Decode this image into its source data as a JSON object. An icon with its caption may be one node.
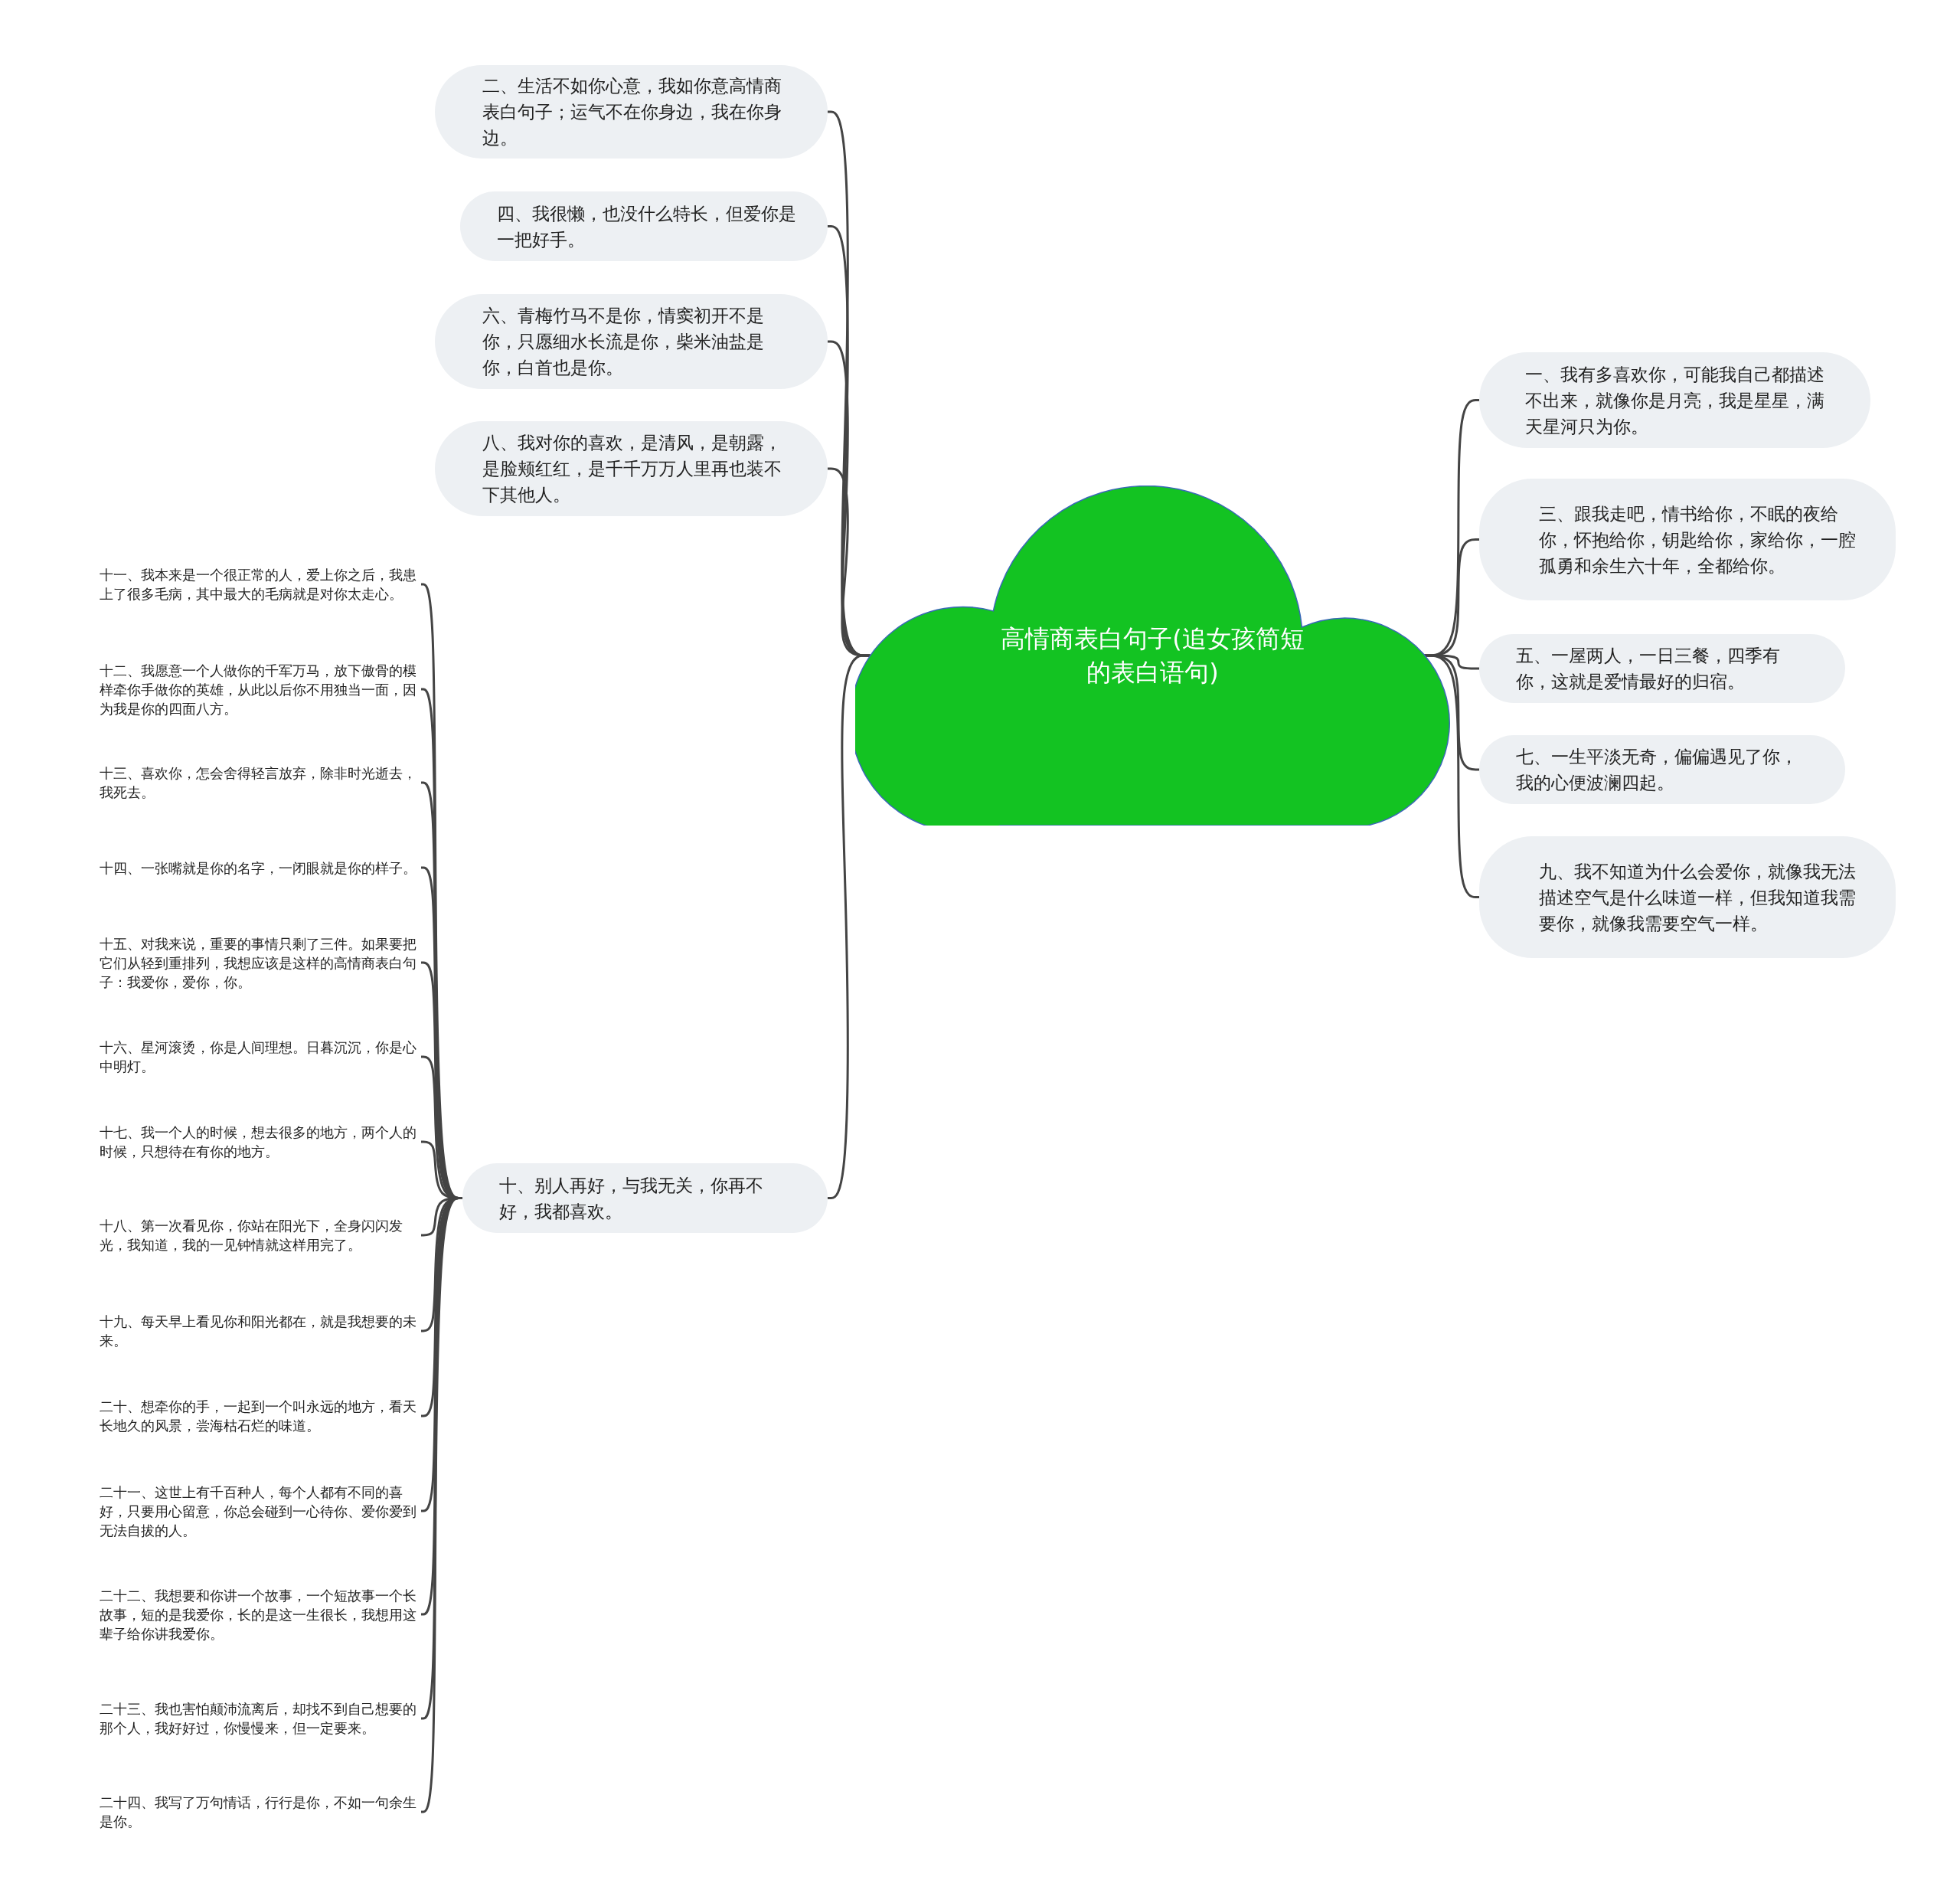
{
  "diagram": {
    "nodes": [
      {
        "text": [
          "高情商表白句子(追女孩简短的表白语句)"
        ]
      },
      {
        "text": [
          "二、生活不如你心意，我如你意高情商表白句子；运气不在你身边，我在你身边。"
        ]
      },
      {
        "text": [
          "四、我很懒，也没什么特长，但爱你是一把好手。"
        ]
      },
      {
        "text": [
          "六、青梅竹马不是你，情窦初开不是你，只愿细水长流是你，柴米油盐是你，白首也是你。"
        ]
      },
      {
        "text": [
          "八、我对你的喜欢，是清风，是朝露，是脸颊红红，是千千万万人里再也装不下其他人。"
        ]
      },
      {
        "text": [
          "十、别人再好，与我无关，你再不好，我都喜欢。"
        ]
      },
      {
        "text": [
          "一、我有多喜欢你，可能我自己都描述不出来，就像你是月亮，我是星星，满天星河只为你。"
        ]
      },
      {
        "text": [
          "三、跟我走吧，情书给你，不眠的夜给你，怀抱给你，钥匙给你，家给你，一腔孤勇和余生六十年，全都给你。"
        ]
      },
      {
        "text": [
          "五、一屋两人，一日三餐，四季有你，这就是爱情最好的归宿。"
        ]
      },
      {
        "text": [
          "七、一生平淡无奇，偏偏遇见了你，我的心便波澜四起。"
        ]
      },
      {
        "text": [
          "九、我不知道为什么会爱你，就像我无法描述空气是什么味道一样，但我知道我需要你，就像我需要空气一样。"
        ]
      },
      {
        "text": [
          "十一、我本来是一个很正常的人，爱上你之后，我患上了很多毛病，其中最大的毛病就是对你太走心。"
        ]
      },
      {
        "text": [
          "十二、我愿意一个人做你的千军万马，放下傲骨的模样牵你手做你的英雄，从此以后你不用独当一面，因为我是你的四面八方。"
        ]
      },
      {
        "text": [
          "十三、喜欢你，怎会舍得轻言放弃，除非时光逝去，我死去。"
        ]
      },
      {
        "text": [
          "十四、一张嘴就是你的名字，一闭眼就是你的样子。"
        ]
      },
      {
        "text": [
          "十五、对我来说，重要的事情只剩了三件。如果要把它们从轻到重排列，我想应该是这样的高情商表白句子：我爱你，爱你，你。"
        ]
      },
      {
        "text": [
          "十六、星河滚烫，你是人间理想。日暮沉沉，你是心中明灯。"
        ]
      },
      {
        "text": [
          "十七、我一个人的时候，想去很多的地方，两个人的时候，只想待在有你的地方。"
        ]
      },
      {
        "text": [
          "十八、第一次看见你，你站在阳光下，全身闪闪发光，我知道，我的一见钟情就这样用完了。"
        ]
      },
      {
        "text": [
          "十九、每天早上看见你和阳光都在，就是我想要的未来。"
        ]
      },
      {
        "text": [
          "二十、想牵你的手，一起到一个叫永远的地方，看天长地久的风景，尝海枯石烂的味道。"
        ]
      },
      {
        "text": [
          "二十一、这世上有千百种人，每个人都有不同的喜好，只要用心留意，你总会碰到一心待你、爱你爱到无法自拔的人。"
        ]
      },
      {
        "text": [
          "二十二、我想要和你讲一个故事，一个短故事一个长故事，短的是我爱你，长的是这一生很长，我想用这辈子给你讲我爱你。"
        ]
      },
      {
        "text": [
          "二十三、我也害怕颠沛流离后，却找不到自己想要的那个人，我好好过，你慢慢来，但一定要来。"
        ]
      },
      {
        "text": [
          "二十四、我写了万句情话，行行是你，不如一句余生是你。"
        ]
      }
    ],
    "edges": [
      {
        "from": 0,
        "to": 1,
        "arrow": "none"
      },
      {
        "from": 0,
        "to": 2,
        "arrow": "none"
      },
      {
        "from": 0,
        "to": 3,
        "arrow": "none"
      },
      {
        "from": 0,
        "to": 4,
        "arrow": "none"
      },
      {
        "from": 0,
        "to": 5,
        "arrow": "none"
      },
      {
        "from": 0,
        "to": 6,
        "arrow": "none"
      },
      {
        "from": 0,
        "to": 7,
        "arrow": "none"
      },
      {
        "from": 0,
        "to": 8,
        "arrow": "none"
      },
      {
        "from": 0,
        "to": 9,
        "arrow": "none"
      },
      {
        "from": 0,
        "to": 10,
        "arrow": "none"
      },
      {
        "from": 5,
        "to": 11,
        "arrow": "none"
      },
      {
        "from": 5,
        "to": 12,
        "arrow": "none"
      },
      {
        "from": 5,
        "to": 13,
        "arrow": "none"
      },
      {
        "from": 5,
        "to": 14,
        "arrow": "none"
      },
      {
        "from": 5,
        "to": 15,
        "arrow": "none"
      },
      {
        "from": 5,
        "to": 16,
        "arrow": "none"
      },
      {
        "from": 5,
        "to": 17,
        "arrow": "none"
      },
      {
        "from": 5,
        "to": 18,
        "arrow": "none"
      },
      {
        "from": 5,
        "to": 19,
        "arrow": "none"
      },
      {
        "from": 5,
        "to": 20,
        "arrow": "none"
      },
      {
        "from": 5,
        "to": 21,
        "arrow": "none"
      },
      {
        "from": 5,
        "to": 22,
        "arrow": "none"
      },
      {
        "from": 5,
        "to": 23,
        "arrow": "none"
      },
      {
        "from": 5,
        "to": 24,
        "arrow": "none"
      }
    ]
  }
}
